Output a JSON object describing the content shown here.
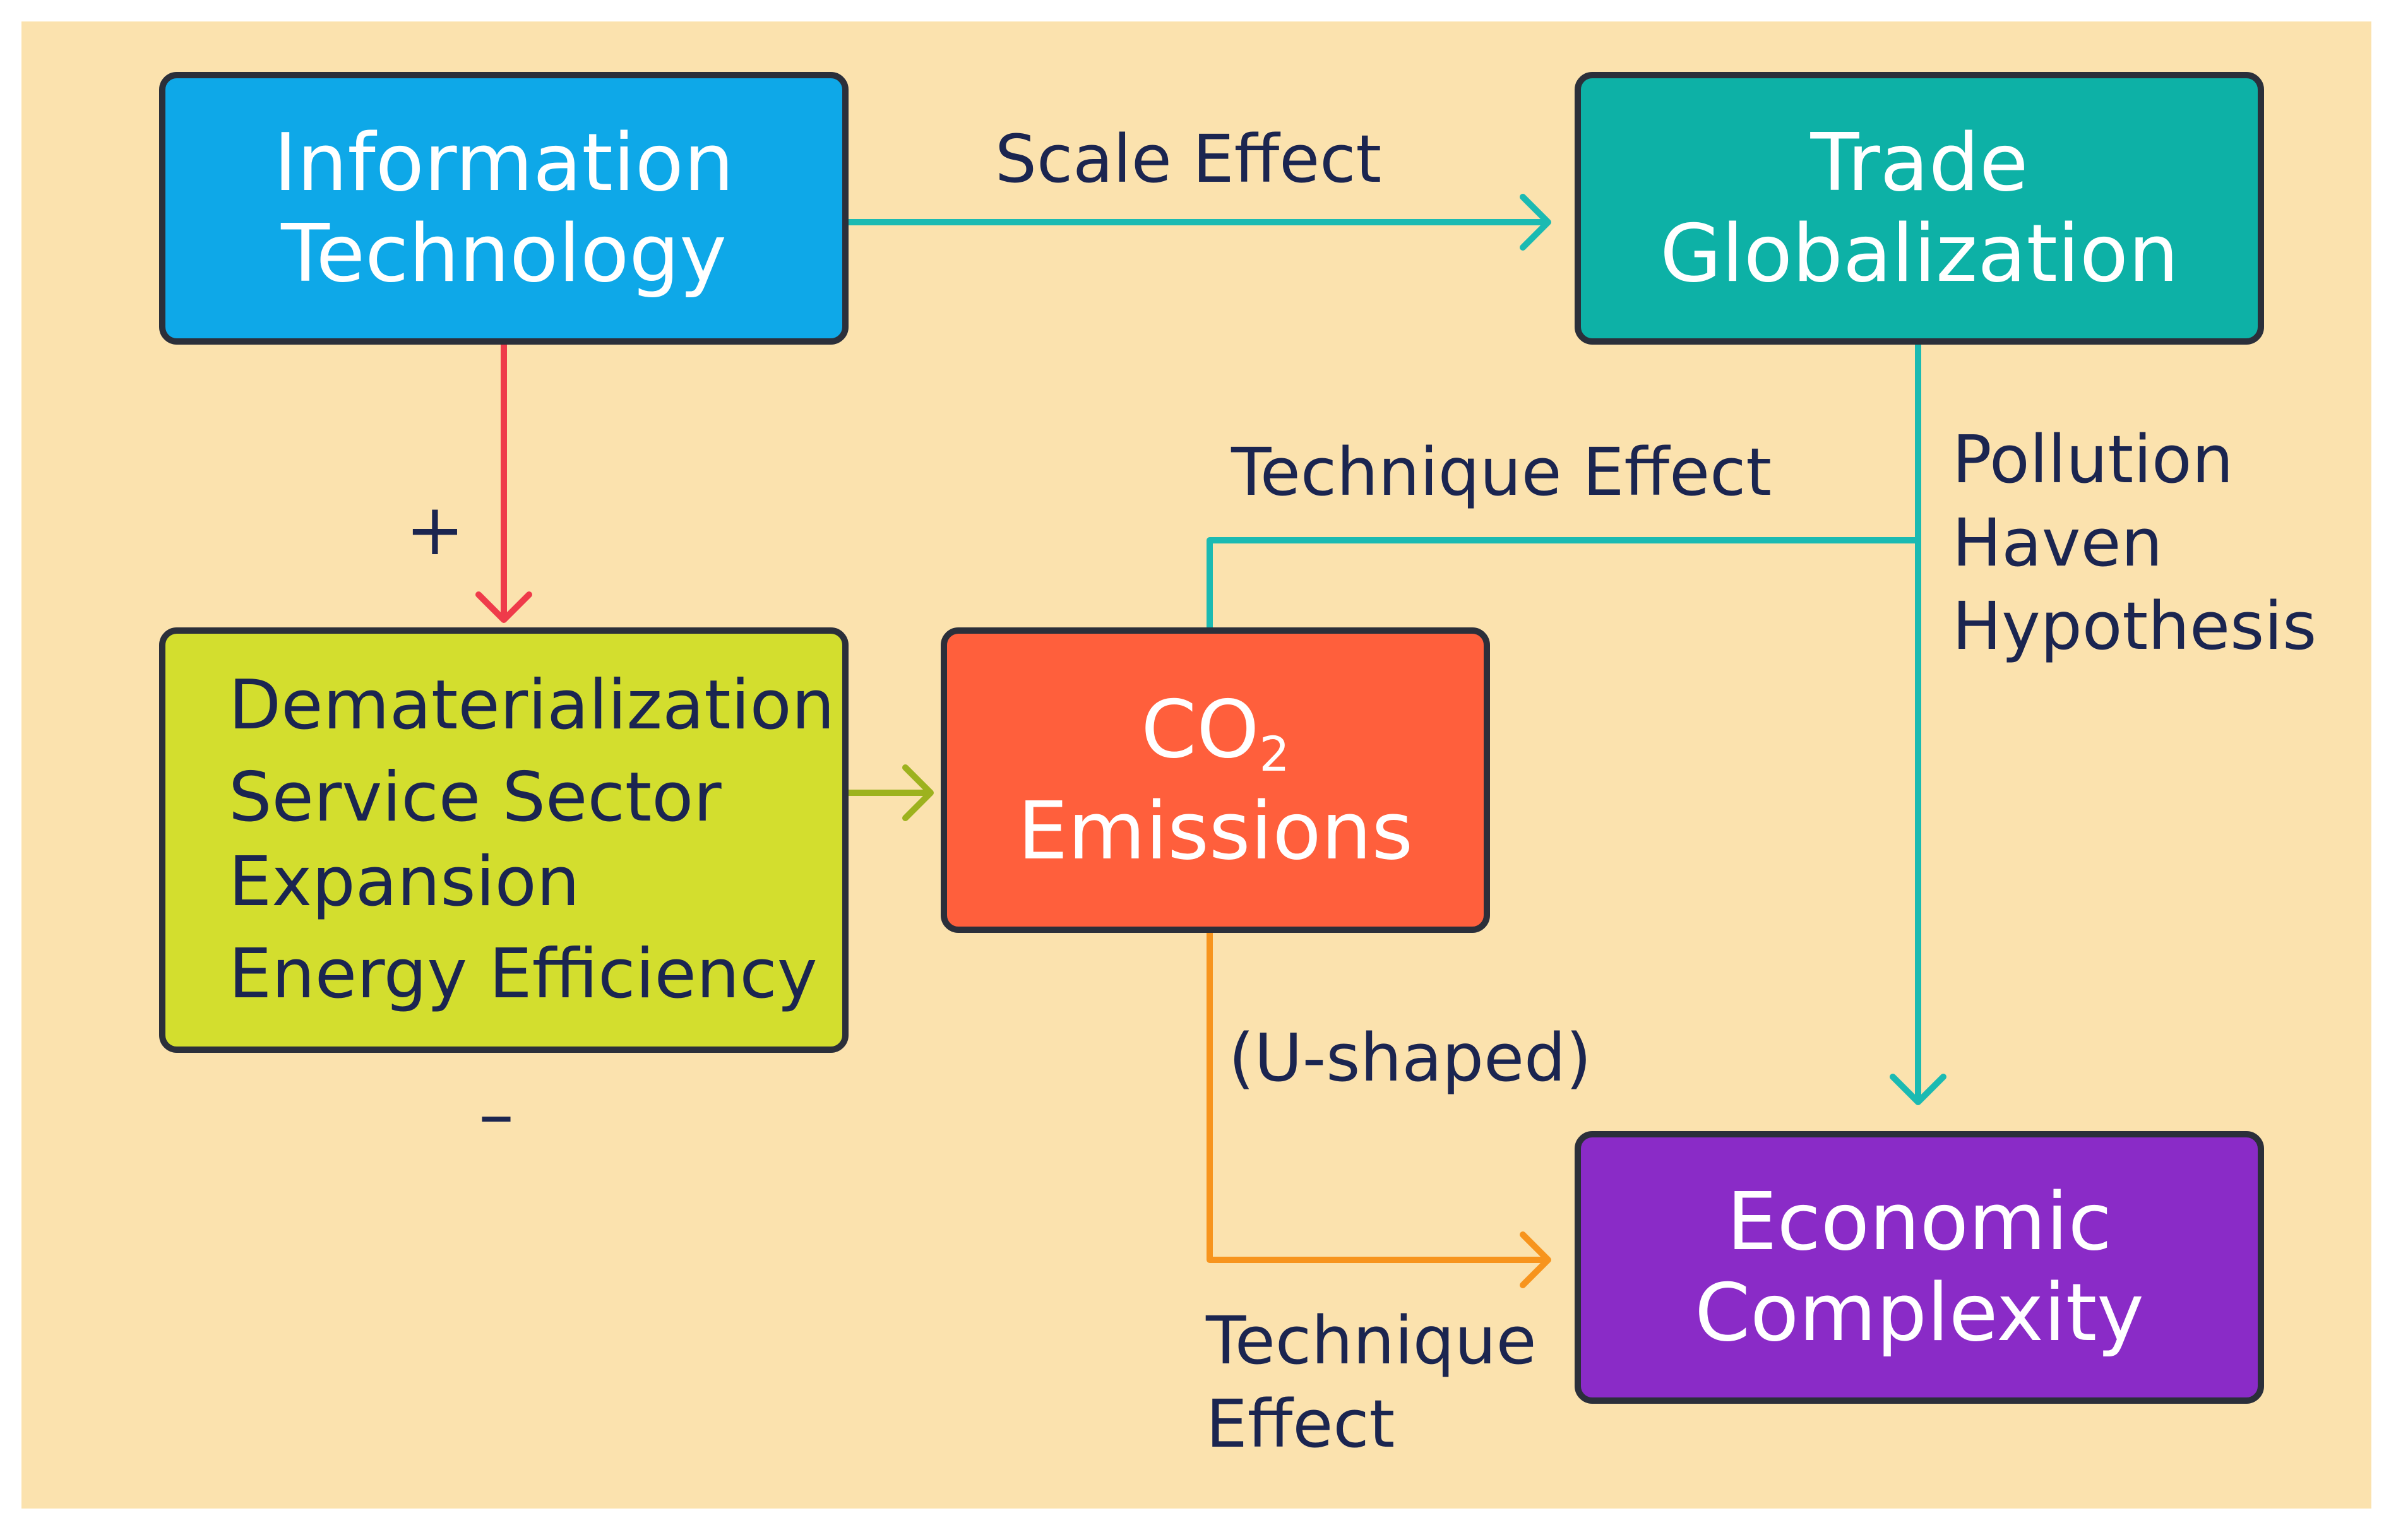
{
  "nodes": {
    "information_technology": [
      "Information",
      "Technology"
    ],
    "trade_globalization": [
      "Trade",
      "Globalization"
    ],
    "dematerialization_box": [
      "Dematerialization",
      "Service Sector",
      "Expansion",
      "Energy Efficiency"
    ],
    "co2_emissions": {
      "main": "CO",
      "sub": "2",
      "line2": "Emissions"
    },
    "economic_complexity": [
      "Economic",
      "Complexity"
    ]
  },
  "edge_labels": {
    "scale_effect": "Scale Effect",
    "technique_effect_top": "Technique Effect",
    "pollution_haven": [
      "Pollution",
      "Haven",
      "Hypothesis"
    ],
    "u_shaped": "(U-shaped)",
    "technique_effect_bottom": [
      "Technique",
      "Effect"
    ],
    "plus_sign": "+",
    "minus_sign": "–"
  },
  "colors": {
    "background": "#fbe2ae",
    "information_technology": "#0ea8e8",
    "trade_globalization": "#0db1a6",
    "dematerialization": "#d3de2e",
    "co2_emissions": "#ff5f3c",
    "economic_complexity": "#8a2bc7",
    "arrow_teal": "#1bbab2",
    "arrow_red": "#ef3b4a",
    "arrow_olive": "#9db21e",
    "arrow_orange": "#f7941d",
    "text_dark": "#1b2550"
  }
}
